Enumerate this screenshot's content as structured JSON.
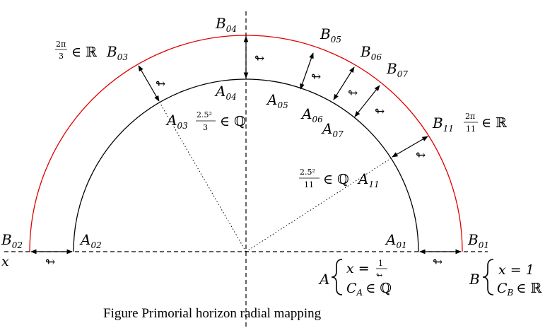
{
  "caption": "Figure Primorial horizon radial mapping",
  "points": {
    "A01": {
      "base": "A",
      "sub": "01"
    },
    "A02": {
      "base": "A",
      "sub": "02"
    },
    "A03": {
      "base": "A",
      "sub": "03"
    },
    "A04": {
      "base": "A",
      "sub": "04"
    },
    "A05": {
      "base": "A",
      "sub": "05"
    },
    "A06": {
      "base": "A",
      "sub": "06"
    },
    "A07": {
      "base": "A",
      "sub": "07"
    },
    "A11": {
      "base": "A",
      "sub": "11"
    },
    "B01": {
      "base": "B",
      "sub": "01"
    },
    "B02": {
      "base": "B",
      "sub": "02"
    },
    "B03": {
      "base": "B",
      "sub": "03"
    },
    "B04": {
      "base": "B",
      "sub": "04"
    },
    "B05": {
      "base": "B",
      "sub": "05"
    },
    "B06": {
      "base": "B",
      "sub": "06"
    },
    "B07": {
      "base": "B",
      "sub": "07"
    },
    "B11": {
      "base": "B",
      "sub": "11"
    }
  },
  "axis_x": "x",
  "gap_symbol": "↬",
  "angle_labels": {
    "b03_num": "2π",
    "b03_den": "3",
    "b11_num": "2π",
    "b11_den": "11",
    "in_R": "∈ ℝ"
  },
  "rational_labels": {
    "a03_num": "2.5²",
    "a03_den": "3",
    "a11_num": "2.5²",
    "a11_den": "11",
    "in_Q": "∈ ℚ"
  },
  "set_A": {
    "name": "A",
    "line1_lhs": "x =",
    "line1_num": "1",
    "line1_den": "↬",
    "line2_base": "C",
    "line2_sub": "A",
    "line2_tail": "∈ ℚ"
  },
  "set_B": {
    "name": "B",
    "line1": "x = 1",
    "line2_base": "C",
    "line2_sub": "B",
    "line2_tail": "∈ ℝ"
  },
  "colors": {
    "inner_circle": "#000000",
    "outer_circle": "#e00000",
    "text": "#000000"
  }
}
